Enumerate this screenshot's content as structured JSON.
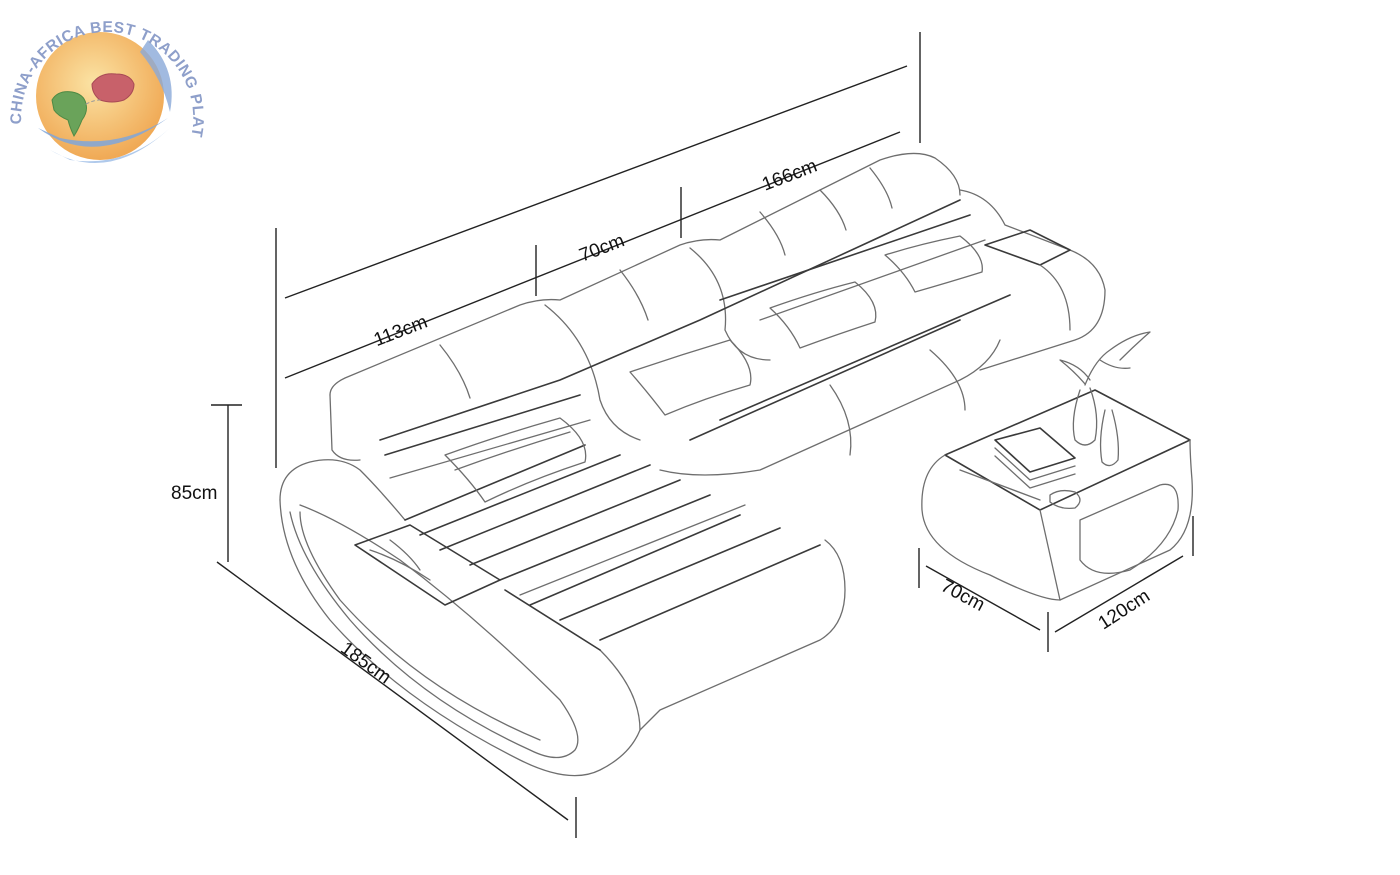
{
  "logo": {
    "text": "CHINA-AFRICA BEST TRADING PLATFORM",
    "colors": {
      "sun": "#f2b764",
      "ring": "#8aa9d8",
      "africa": "#6aa35a",
      "china": "#c8616a",
      "text": "#8e9fca"
    }
  },
  "dimensions": {
    "sofa_total_length": "",
    "sofa_section_left": "113cm",
    "sofa_section_middle": "70cm",
    "sofa_section_right": "166cm",
    "sofa_height": "85cm",
    "chaise_depth": "185cm",
    "table_depth": "70cm",
    "table_length": "120cm"
  },
  "icons": {
    "logo": "globe-logo-icon",
    "sofa": "sectional-sofa-illustration",
    "table": "coffee-table-illustration"
  }
}
